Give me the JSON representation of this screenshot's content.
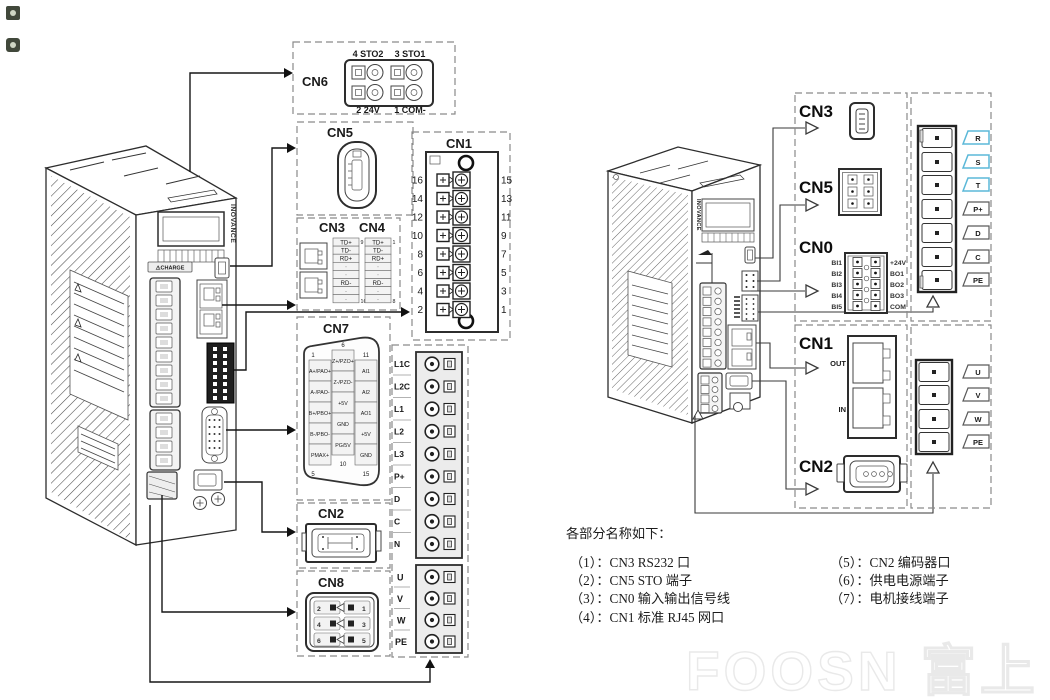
{
  "watermark": "FOOSN 富上",
  "brand": "INOVANCE",
  "charge": "⚠CHARGE",
  "colors": {
    "accent": "#5bb8d8"
  },
  "left": {
    "cn6": {
      "label": "CN6",
      "pin_tl": "4 STO2",
      "pin_tr": "3 STO1",
      "pin_bl": "2 24V",
      "pin_br": "1 COM-"
    },
    "cn5": {
      "label": "CN5"
    },
    "cn34": {
      "cn3": "CN3",
      "cn4": "CN4",
      "rows": [
        "TD+",
        "TD-",
        "RD+",
        "·",
        "·",
        "RD-",
        "·",
        "·"
      ],
      "cn3_top": "9",
      "cn3_bot": "16",
      "cn4_top": "1",
      "cn4_bot": "8"
    },
    "cn1": {
      "label": "CN1",
      "left": [
        "16",
        "14",
        "12",
        "10",
        "8",
        "6",
        "4",
        "2"
      ],
      "right": [
        "15",
        "13",
        "11",
        "9",
        "7",
        "5",
        "3",
        "1"
      ]
    },
    "cn7": {
      "label": "CN7",
      "col1": [
        "A+/PAO+",
        "A-/PAO-",
        "B+/PBO+",
        "B-/PBO-",
        "PMAX+"
      ],
      "col2": [
        "Z+/PZO+",
        "Z-/PZO-",
        "+5V",
        "GND",
        "PG/5V"
      ],
      "col3": [
        "AI1",
        "AI2",
        "AO1",
        "+5V",
        "GND"
      ],
      "corners": [
        "1",
        "6",
        "11",
        "5",
        "10",
        "15"
      ]
    },
    "power": [
      "L1C",
      "L2C",
      "L1",
      "L2",
      "L3",
      "P+",
      "D",
      "C",
      "N"
    ],
    "motor": [
      "U",
      "V",
      "W",
      "PE"
    ],
    "cn2": {
      "label": "CN2"
    },
    "cn8": {
      "label": "CN8",
      "pins": [
        "2",
        "1",
        "4",
        "3",
        "6",
        "5"
      ]
    }
  },
  "right": {
    "callouts": [
      "CN3",
      "CN5",
      "CN0",
      "CN1",
      "CN2"
    ],
    "cn0_left": [
      "BI1",
      "BI2",
      "BI3",
      "BI4",
      "BI5"
    ],
    "cn0_right": [
      "+24V",
      "BO1",
      "BO2",
      "BO3",
      "COM"
    ],
    "cn1_out": "OUT",
    "cn1_in": "IN",
    "power": [
      "R",
      "S",
      "T",
      "P+",
      "D",
      "C",
      "PE"
    ],
    "motor": [
      "U",
      "V",
      "W",
      "PE"
    ]
  },
  "legend": {
    "title": "各部分名称如下：",
    "left": [
      "（1）：CN3 RS232 口",
      "（2）：CN5 STO 端子",
      "（3）：CN0 输入输出信号线",
      "（4）：CN1 标准 RJ45 网口"
    ],
    "right": [
      "（5）：CN2 编码器口",
      "（6）：供电电源端子",
      "（7）：电机接线端子"
    ]
  }
}
